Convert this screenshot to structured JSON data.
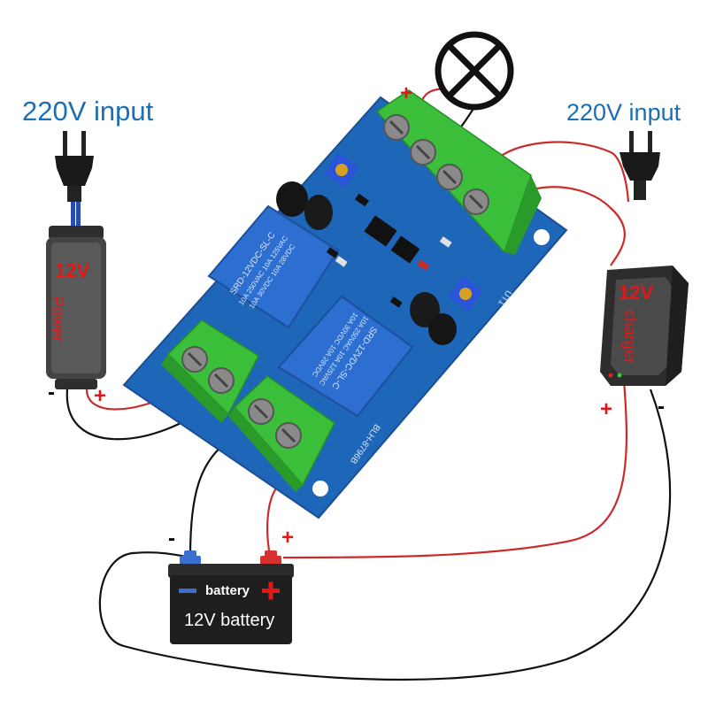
{
  "left_source": {
    "title": "220V input",
    "voltage": "12V",
    "device": "Power"
  },
  "right_source": {
    "title": "220V input",
    "voltage": "12V",
    "device": "charger"
  },
  "battery": {
    "label": "battery",
    "name": "12V battery"
  },
  "board": {
    "relay_top": {
      "line1": "SRD-12VDC-SL-C",
      "line2": "10A 250VAC 10A 125VAC",
      "line3": "10A 30VDC 10A 28VDC"
    },
    "relay_bottom": {
      "line1": "SRD-12VDC-SL-C",
      "line2": "10A 250VAC 10A 125VAC",
      "line3": "10A 30VDC 10A 28VDC"
    },
    "model": "BLH-8796B",
    "label_ut": "UT1"
  },
  "signs": {
    "plus": "+",
    "minus": "-"
  },
  "colors": {
    "wire_red": "#cc2b2b",
    "wire_black": "#111111",
    "board": "#1e66b8",
    "terminal": "#3bbf3b",
    "title": "#1b6fb5"
  }
}
